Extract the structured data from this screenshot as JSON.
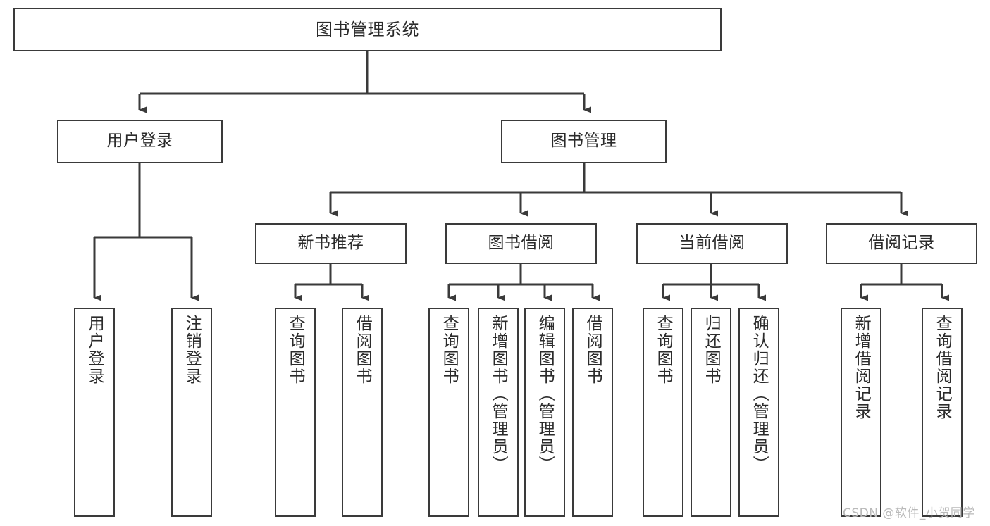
{
  "diagram": {
    "title": "图书管理系统",
    "type": "tree-hierarchy-diagram",
    "colors": {
      "box_border": "#3a3a3a",
      "box_fill": "#ffffff",
      "connector": "#3a3a3a",
      "text": "#2b2b2b",
      "watermark": "#b9b9b9",
      "background": "#ffffff"
    },
    "nodes": {
      "root": {
        "label": "图书管理系统",
        "level": 1,
        "orientation": "horizontal"
      },
      "user_login": {
        "label": "用户登录",
        "level": 2,
        "orientation": "horizontal"
      },
      "book_manage": {
        "label": "图书管理",
        "level": 2,
        "orientation": "horizontal"
      },
      "new_book_rec": {
        "label": "新书推荐",
        "level": 3,
        "orientation": "horizontal"
      },
      "book_borrow": {
        "label": "图书借阅",
        "level": 3,
        "orientation": "horizontal"
      },
      "current_borrow": {
        "label": "当前借阅",
        "level": 3,
        "orientation": "horizontal"
      },
      "borrow_record": {
        "label": "借阅记录",
        "level": 3,
        "orientation": "horizontal"
      },
      "leaf_user_login": {
        "label": "用户登录",
        "level": 4,
        "orientation": "vertical"
      },
      "leaf_logout": {
        "label": "注销登录",
        "level": 4,
        "orientation": "vertical"
      },
      "leaf_query_book_1": {
        "label": "查询图书",
        "level": 4,
        "orientation": "vertical"
      },
      "leaf_borrow_book_1": {
        "label": "借阅图书",
        "level": 4,
        "orientation": "vertical"
      },
      "leaf_query_book_2": {
        "label": "查询图书",
        "level": 4,
        "orientation": "vertical"
      },
      "leaf_add_book": {
        "label": "新增图书（管理员）",
        "level": 4,
        "orientation": "vertical"
      },
      "leaf_edit_book": {
        "label": "编辑图书（管理员）",
        "level": 4,
        "orientation": "vertical"
      },
      "leaf_borrow_book_2": {
        "label": "借阅图书",
        "level": 4,
        "orientation": "vertical"
      },
      "leaf_query_book_3": {
        "label": "查询图书",
        "level": 4,
        "orientation": "vertical"
      },
      "leaf_return_book": {
        "label": "归还图书",
        "level": 4,
        "orientation": "vertical"
      },
      "leaf_confirm_return": {
        "label": "确认归还（管理员）",
        "level": 4,
        "orientation": "vertical"
      },
      "leaf_add_record": {
        "label": "新增借阅记录",
        "level": 4,
        "orientation": "vertical"
      },
      "leaf_query_record": {
        "label": "查询借阅记录",
        "level": 4,
        "orientation": "vertical"
      }
    },
    "edges": [
      {
        "from": "root",
        "to": "user_login"
      },
      {
        "from": "root",
        "to": "book_manage"
      },
      {
        "from": "user_login",
        "to": "leaf_user_login"
      },
      {
        "from": "user_login",
        "to": "leaf_logout"
      },
      {
        "from": "book_manage",
        "to": "new_book_rec"
      },
      {
        "from": "book_manage",
        "to": "book_borrow"
      },
      {
        "from": "book_manage",
        "to": "current_borrow"
      },
      {
        "from": "book_manage",
        "to": "borrow_record"
      },
      {
        "from": "new_book_rec",
        "to": "leaf_query_book_1"
      },
      {
        "from": "new_book_rec",
        "to": "leaf_borrow_book_1"
      },
      {
        "from": "book_borrow",
        "to": "leaf_query_book_2"
      },
      {
        "from": "book_borrow",
        "to": "leaf_add_book"
      },
      {
        "from": "book_borrow",
        "to": "leaf_edit_book"
      },
      {
        "from": "book_borrow",
        "to": "leaf_borrow_book_2"
      },
      {
        "from": "current_borrow",
        "to": "leaf_query_book_3"
      },
      {
        "from": "current_borrow",
        "to": "leaf_return_book"
      },
      {
        "from": "current_borrow",
        "to": "leaf_confirm_return"
      },
      {
        "from": "borrow_record",
        "to": "leaf_add_record"
      },
      {
        "from": "borrow_record",
        "to": "leaf_query_record"
      }
    ],
    "watermark": "CSDN @软件_小贺同学"
  }
}
